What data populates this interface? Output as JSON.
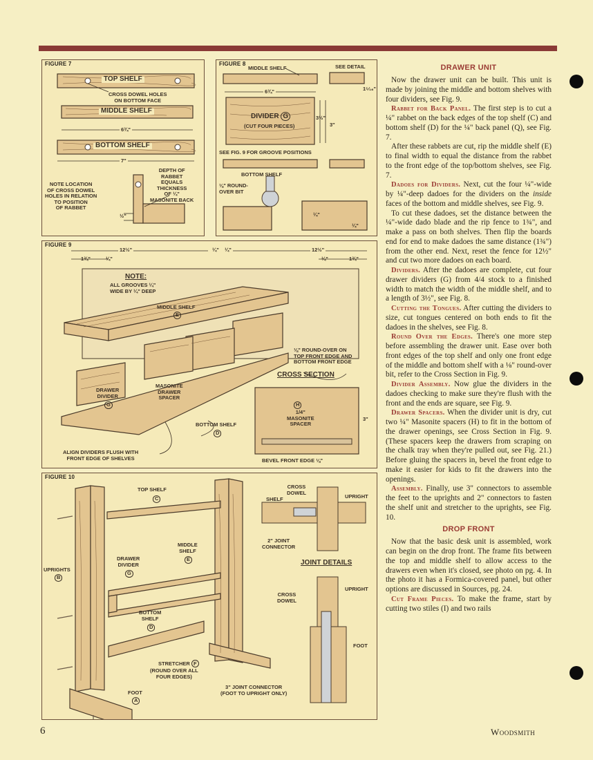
{
  "page": {
    "number": "6",
    "brand": "Woodsmith"
  },
  "fig7": {
    "label": "FIGURE 7",
    "top_shelf": "TOP SHELF",
    "cross_dowel_note": "CROSS DOWEL HOLES\nON BOTTOM FACE",
    "middle_shelf": "MIDDLE SHELF",
    "dim_middle": "6¾\"",
    "bottom_shelf": "BOTTOM SHELF",
    "dim_bottom": "7\"",
    "depth_note": "DEPTH OF\nRABBET\nEQUALS\nTHICKNESS\nOF ¼\"\nMASONITE BACK",
    "location_note": "NOTE LOCATION\nOF CROSS DOWEL\nHOLES IN RELATION\nTO POSITION\nOF RABBET",
    "dim_half": "½\""
  },
  "fig8": {
    "label": "FIGURE 8",
    "middle_shelf": "MIDDLE SHELF",
    "see_detail": "SEE DETAIL",
    "dim_width": "6¾\"",
    "dim_small": "1⁵⁄₁₆\"",
    "divider": "DIVIDER",
    "divider_letter": "G",
    "divider_note": "(CUT FOUR PIECES)",
    "dim_h1": "3½\"",
    "dim_h2": "3\"",
    "groove_note": "SEE FIG. 9 FOR GROOVE POSITIONS",
    "bottom_shelf": "BOTTOM SHELF",
    "roundover": "⅛\" ROUND-\nOVER BIT",
    "dim_q1": "¼\"",
    "dim_q2": "¼\""
  },
  "fig9": {
    "label": "FIGURE 9",
    "dim_left": "12½\"",
    "dim_right": "12½\"",
    "dim_134a": "1¾\"",
    "dim_q": "¼\"",
    "dim_q2": "¼\"",
    "dim_q3": "¼\"",
    "dim_q4": "¼\"",
    "dim_134b": "1¾\"",
    "note_title": "NOTE:",
    "note_body": "ALL GROOVES ¼\"\nWIDE BY ¼\" DEEP",
    "middle_shelf": "MIDDLE SHELF",
    "middle_letter": "E",
    "roundover": "⅛\" ROUND-OVER ON\nTOP FRONT EDGE AND\nBOTTOM FRONT EDGE",
    "cross_section": "CROSS SECTION",
    "drawer_divider": "DRAWER\nDIVIDER",
    "divider_letter": "G",
    "masonite_spacer": "MASONITE\nDRAWER\nSPACER",
    "section_letter": "H",
    "section_label": "1/4\"\nMASONITE\nSPACER",
    "dim_3": "3\"",
    "bottom_shelf": "BOTTOM SHELF",
    "bottom_letter": "D",
    "align_note": "ALIGN DIVIDERS FLUSH WITH\nFRONT EDGE OF SHELVES",
    "bevel_note": "BEVEL FRONT EDGE ⅛\""
  },
  "fig10": {
    "label": "FIGURE 10",
    "top_shelf": "TOP SHELF",
    "top_letter": "C",
    "uprights": "UPRIGHTS",
    "uprights_letter": "B",
    "drawer_divider": "DRAWER\nDIVIDER",
    "divider_letter": "G",
    "middle_shelf": "MIDDLE\nSHELF",
    "middle_letter": "E",
    "bottom_shelf": "BOTTOM\nSHELF",
    "bottom_letter": "D",
    "stretcher": "STRETCHER",
    "stretcher_letter": "F",
    "stretcher_note": "(ROUND OVER ALL\nFOUR EDGES)",
    "foot": "FOOT",
    "foot_letter": "A",
    "joint_connector_3": "3\" JOINT CONNECTOR\n(FOOT TO UPRIGHT ONLY)",
    "cross_dowel": "CROSS\nDOWEL",
    "shelf": "SHELF",
    "upright": "UPRIGHT",
    "joint_2": "2\" JOINT\nCONNECTOR",
    "joint_details": "JOINT DETAILS",
    "cross_dowel2": "CROSS\nDOWEL",
    "upright2": "UPRIGHT",
    "foot2": "FOOT"
  },
  "article": {
    "heading1": "DRAWER UNIT",
    "p1": "Now the drawer unit can be built. This unit is made by joining the middle and bottom shelves with four dividers, see Fig. 9.",
    "s2": "Rabbet for Back Panel.",
    "p2": " The first step is to cut a ¼\" rabbet on the back edges of the top shelf (C) and bottom shelf (D) for the ¼\" back panel (Q), see Fig. 7.",
    "p3": "After these rabbets are cut, rip the middle shelf (E) to final width to equal the distance from the rabbet to the front edge of the top/bottom shelves, see Fig. 7.",
    "s4": "Dadoes for Dividers.",
    "p4a": " Next, cut the four ¼\"-wide by ¼\"-deep dadoes for the dividers on the ",
    "p4i": "inside",
    "p4b": " faces of the bottom and middle shelves, see Fig. 9.",
    "p5": "To cut these dadoes, set the distance between the ¼\"-wide dado blade and the rip fence to 1¾\", and make a pass on both shelves. Then flip the boards end for end to make dadoes the same distance (1¾\") from the other end. Next, reset the fence for 12½\" and cut two more dadoes on each board.",
    "s6": "Dividers.",
    "p6": " After the dadoes are complete, cut four drawer dividers (G) from 4/4 stock to a finished width to match the width of the middle shelf, and to a length of 3½\", see Fig. 8.",
    "s7": "Cutting the Tongues.",
    "p7": " After cutting the dividers to size, cut tongues centered on both ends to fit the dadoes in the shelves, see Fig. 8.",
    "s8": "Round Over the Edges.",
    "p8": " There's one more step before assembling the drawer unit. Ease over both front edges of the top shelf and only one front edge of the middle and bottom shelf with a ⅛\" round-over bit, refer to the Cross Section in Fig. 9.",
    "s9": "Divider Assembly.",
    "p9": " Now glue the dividers in the dadoes checking to make sure they're flush with the front and the ends are square, see Fig. 9.",
    "s10": "Drawer Spacers.",
    "p10": " When the divider unit is dry, cut two ¼\" Masonite spacers (H) to fit in the bottom of the drawer openings, see Cross Section in Fig. 9. (These spacers keep the drawers from scraping on the chalk tray when they're pulled out, see Fig. 21.) Before gluing the spacers in, bevel the front edge to make it easier for kids to fit the drawers into the openings.",
    "s11": "Assembly.",
    "p11": " Finally, use 3\" connectors to assemble the feet to the uprights and 2\" connectors to fasten the shelf unit and stretcher to the uprights, see Fig. 10.",
    "heading2": "DROP FRONT",
    "p12": "Now that the basic desk unit is assembled, work can begin on the drop front. The frame fits between the top and middle shelf to allow access to the drawers even when it's closed, see photo on pg. 4. In the photo it has a Formica-covered panel, but other options are discussed in Sources, pg. 24.",
    "s13": "Cut Frame Pieces.",
    "p13": " To make the frame, start by cutting two stiles (I) and two rails"
  }
}
